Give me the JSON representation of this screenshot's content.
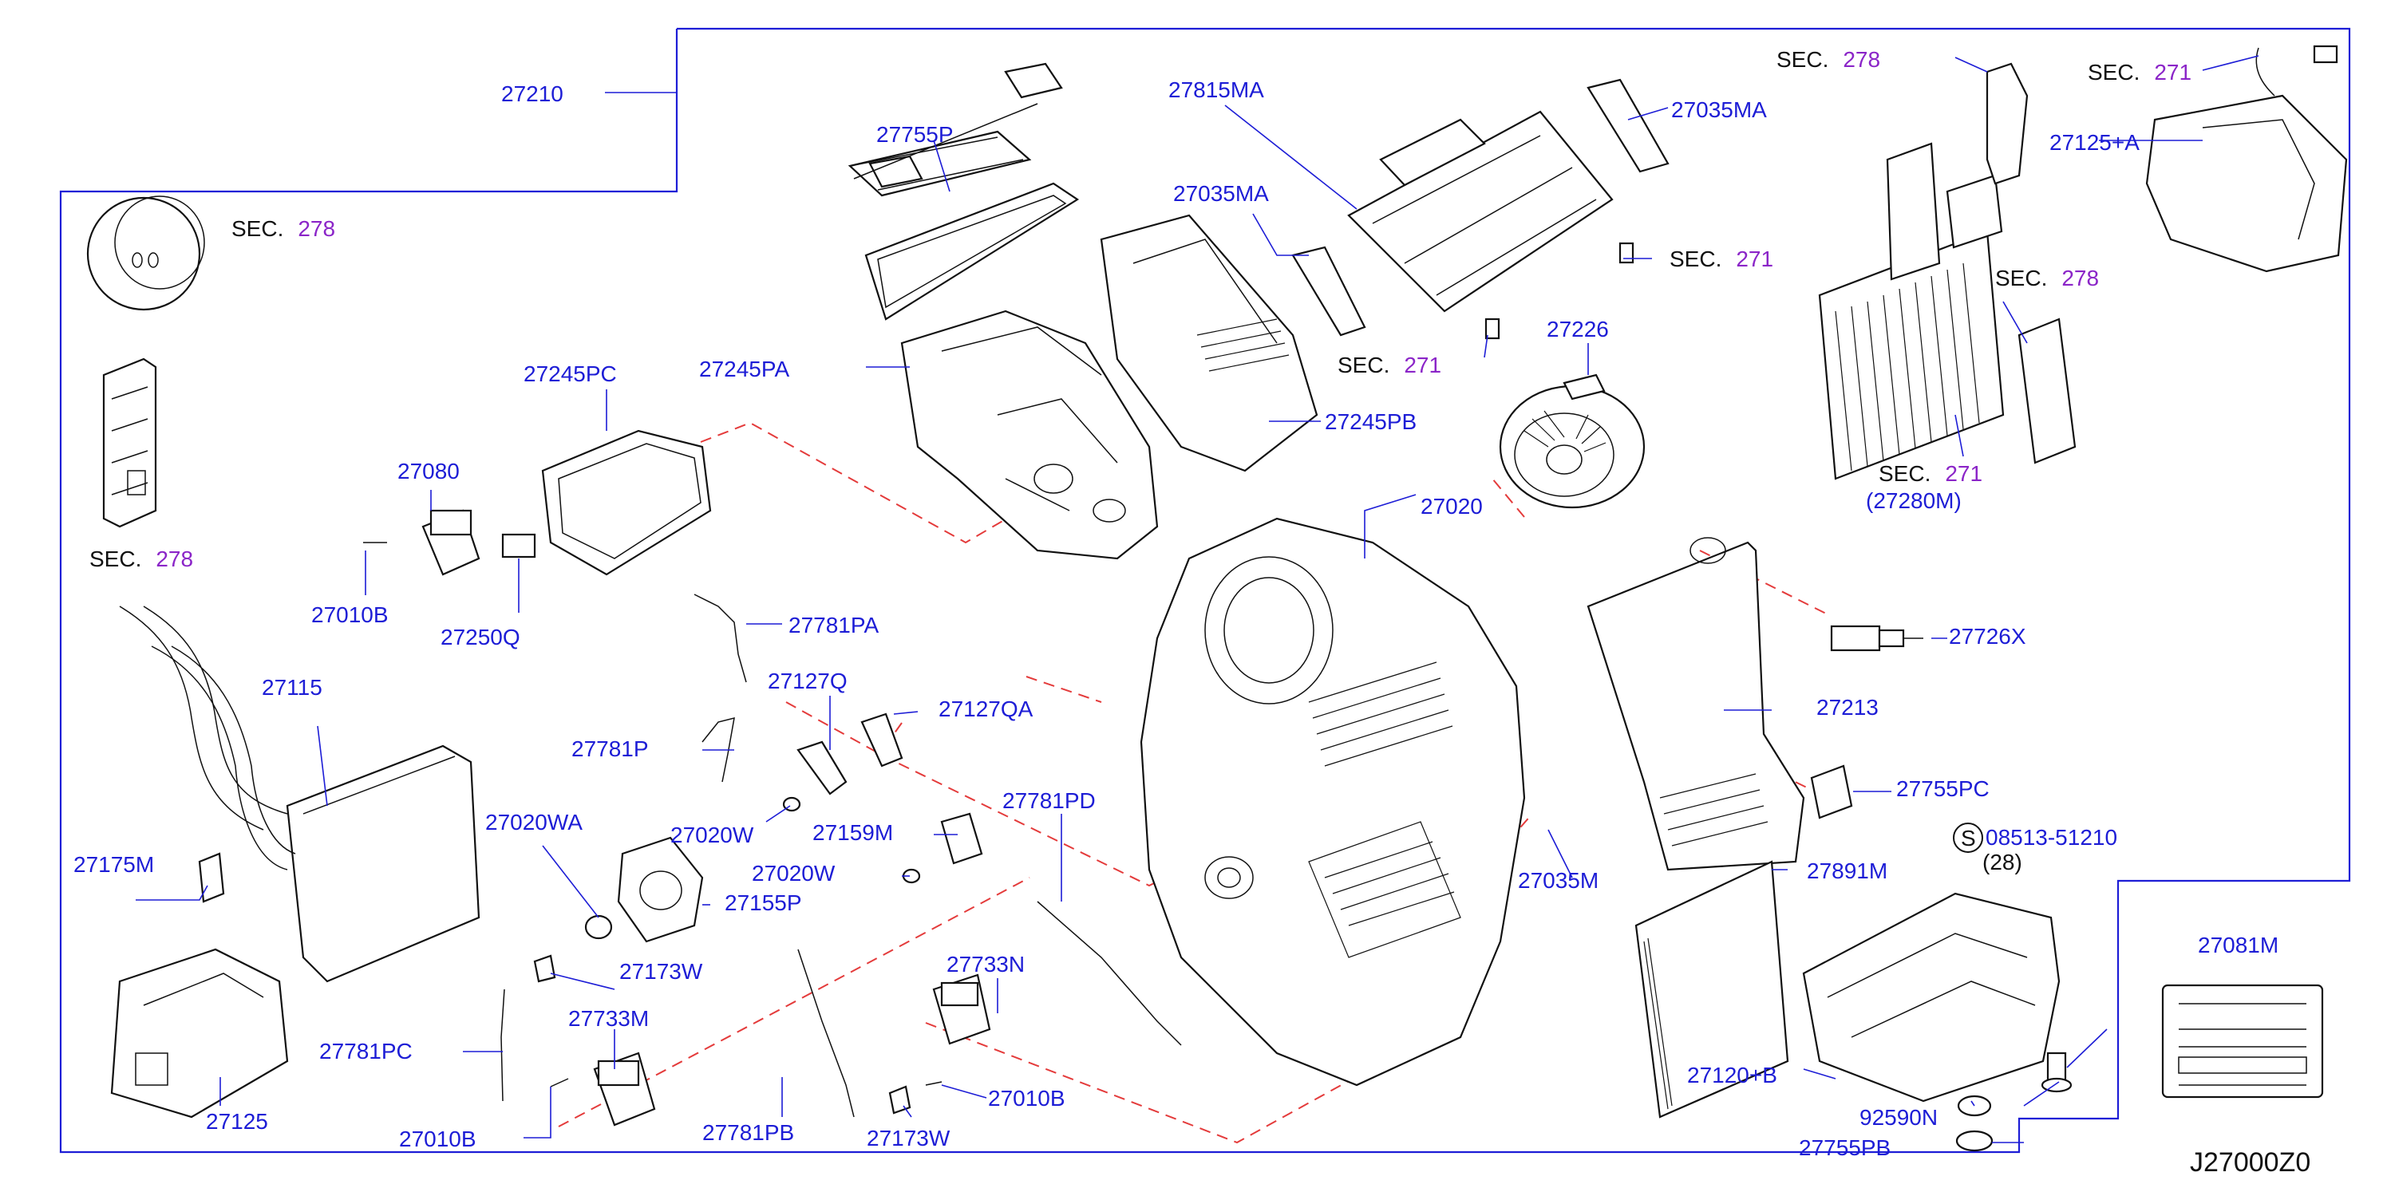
{
  "diagram": {
    "reference_code": "J27000Z0",
    "section_word": "SEC.",
    "labels": {
      "p27210": "27210",
      "p27755P": "27755P",
      "p27815MA": "27815MA",
      "p27035MA_top": "27035MA",
      "p27035MA_mid": "27035MA",
      "p27125A": "27125+A",
      "p27245PC": "27245PC",
      "p27245PA": "27245PA",
      "p27245PB": "27245PB",
      "p27226": "27226",
      "p27280M": "(27280M)",
      "p27080": "27080",
      "p27010B_a": "27010B",
      "p27250Q": "27250Q",
      "p27020": "27020",
      "p27781PA": "27781PA",
      "p27726X": "27726X",
      "p27115": "27115",
      "p27127Q": "27127Q",
      "p27127QA": "27127QA",
      "p27213": "27213",
      "p27781P": "27781P",
      "p27781PD": "27781PD",
      "p27755PC": "27755PC",
      "p27020WA": "27020WA",
      "p27020W_a": "27020W",
      "p27159M": "27159M",
      "p08513": "08513-51210",
      "p28": "(28)",
      "p27175M": "27175M",
      "p27020W_b": "27020W",
      "p27035M": "27035M",
      "p27891M": "27891M",
      "p27155P": "27155P",
      "p27081M": "27081M",
      "p27173W_a": "27173W",
      "p27733N": "27733N",
      "p27733M": "27733M",
      "p27781PC": "27781PC",
      "p27010B_b": "27010B",
      "p27120B": "27120+B",
      "p27125": "27125",
      "p92590N": "92590N",
      "p27010B_c": "27010B",
      "p27781PB": "27781PB",
      "p27173W_b": "27173W",
      "p27755PB": "27755PB",
      "s_symbol": "S"
    },
    "sections": {
      "s278_a": "278",
      "s278_b": "278",
      "s278_c": "278",
      "s278_d": "278",
      "s271_a": "271",
      "s271_b": "271",
      "s271_c": "271",
      "s271_d": "271"
    }
  }
}
